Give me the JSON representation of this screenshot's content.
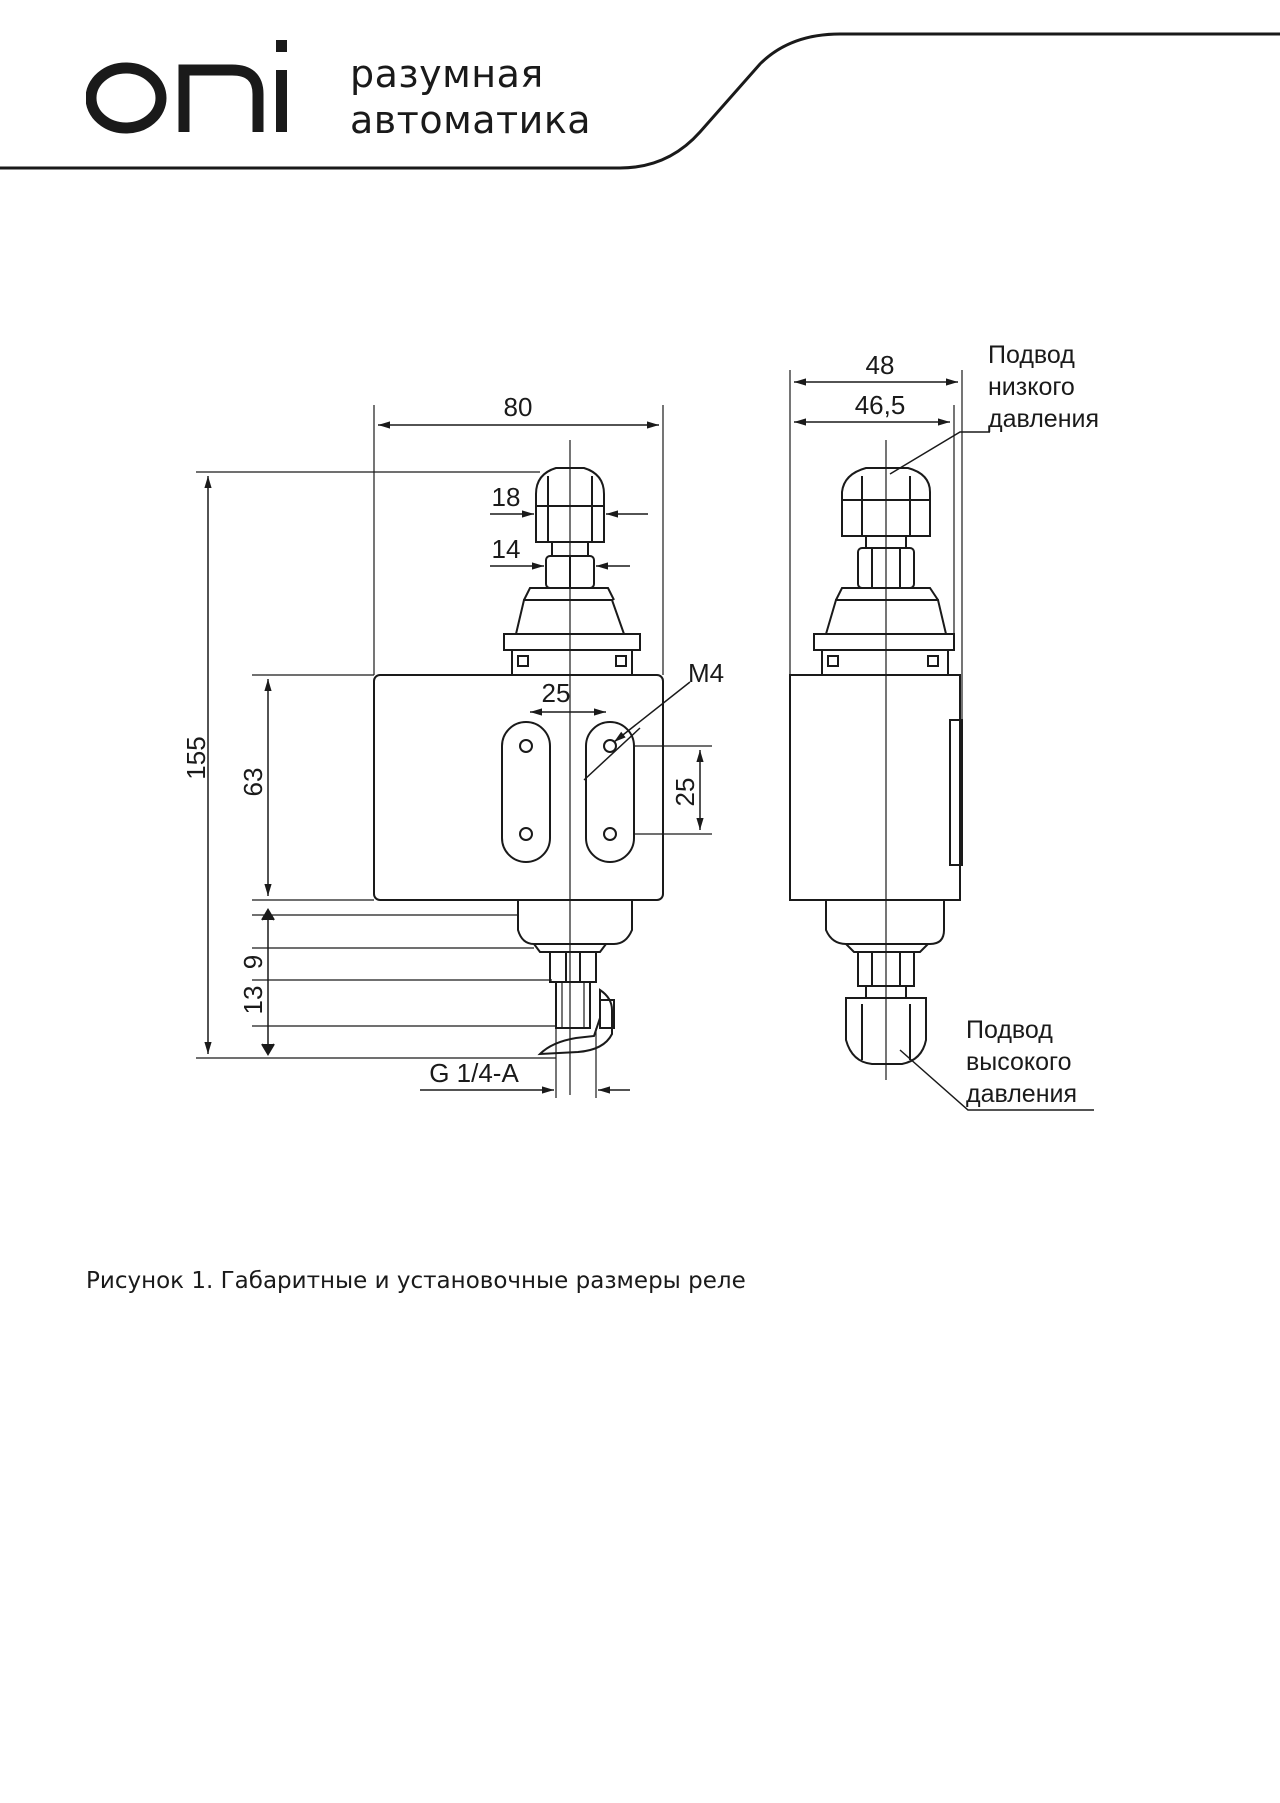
{
  "header": {
    "logo_text": "oni",
    "tagline_line1": "разумная",
    "tagline_line2": "автоматика"
  },
  "drawing": {
    "front_view": {
      "width": "80",
      "height_total": "155",
      "body_height": "63",
      "nut_upper": "18",
      "nut_lower": "14",
      "hole_spacing_horizontal": "25",
      "hole_spacing_vertical": "25",
      "thread_holes": "M4",
      "dim_9": "9",
      "dim_13": "13",
      "thread": "G 1/4-A"
    },
    "side_view": {
      "width_outer": "48",
      "width_inner": "46,5",
      "low_pressure_line1": "Подвод",
      "low_pressure_line2": "низкого",
      "low_pressure_line3": "давления",
      "high_pressure_line1": "Подвод",
      "high_pressure_line2": "высокого",
      "high_pressure_line3": "давления"
    }
  },
  "caption": "Рисунок 1. Габаритные и установочные размеры реле"
}
